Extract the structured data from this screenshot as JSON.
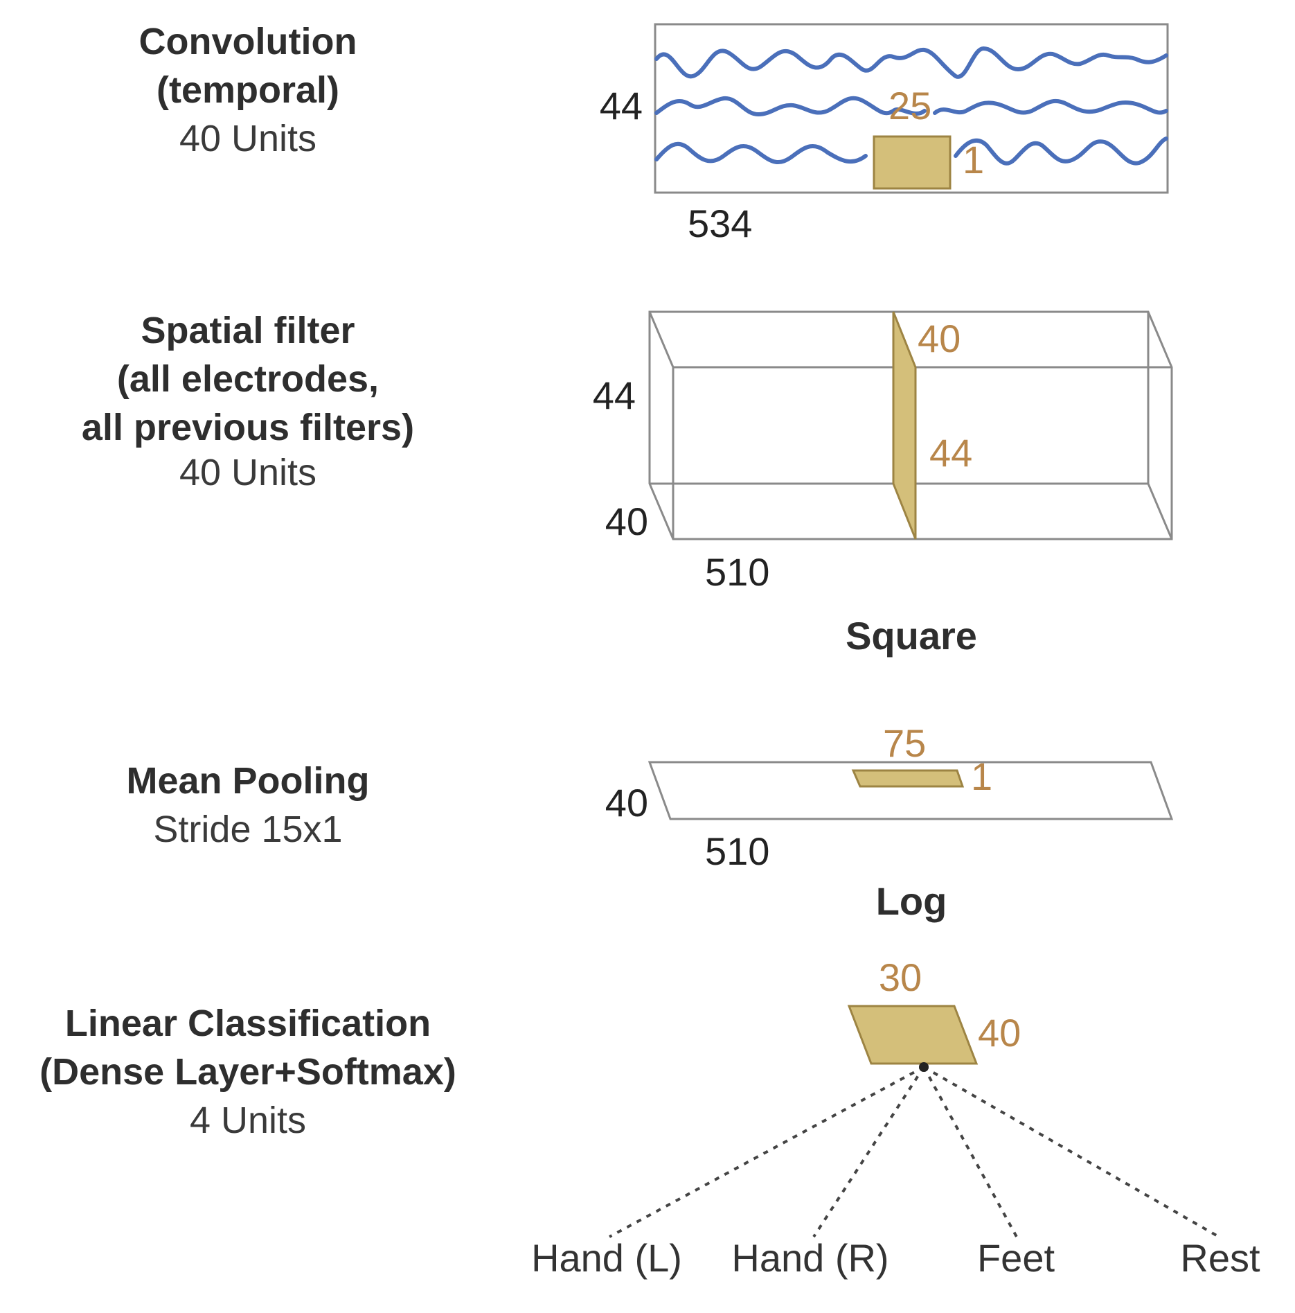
{
  "colors": {
    "signal": "#4a6fba",
    "kernel_fill": "#d4bf7a",
    "kernel_stroke": "#9d8443",
    "kernel_dims": "#b8864a",
    "box": "#8a8a8a"
  },
  "layers": [
    {
      "name_lines": [
        "Convolution",
        "(temporal)"
      ],
      "units": "40 Units",
      "dims": {
        "height": "44",
        "width": "534"
      },
      "kernel": {
        "a": "25",
        "b": "1"
      }
    },
    {
      "name_lines": [
        "Spatial filter",
        "(all electrodes,",
        "all previous filters)"
      ],
      "units": "40 Units",
      "dims": {
        "height": "44",
        "depth": "40",
        "width": "510"
      },
      "kernel": {
        "a": "40",
        "b": "44"
      }
    },
    {
      "name_lines": [
        "Mean Pooling"
      ],
      "units": "Stride 15x1",
      "dims": {
        "depth": "40",
        "width": "510"
      },
      "kernel": {
        "a": "75",
        "b": "1"
      }
    },
    {
      "name_lines": [
        "Linear Classification",
        "(Dense Layer+Softmax)"
      ],
      "units": "4 Units",
      "kernel": {
        "a": "30",
        "b": "40"
      }
    }
  ],
  "operations": [
    "Square",
    "Log"
  ],
  "classes": [
    "Hand (L)",
    "Hand (R)",
    "Feet",
    "Rest"
  ]
}
